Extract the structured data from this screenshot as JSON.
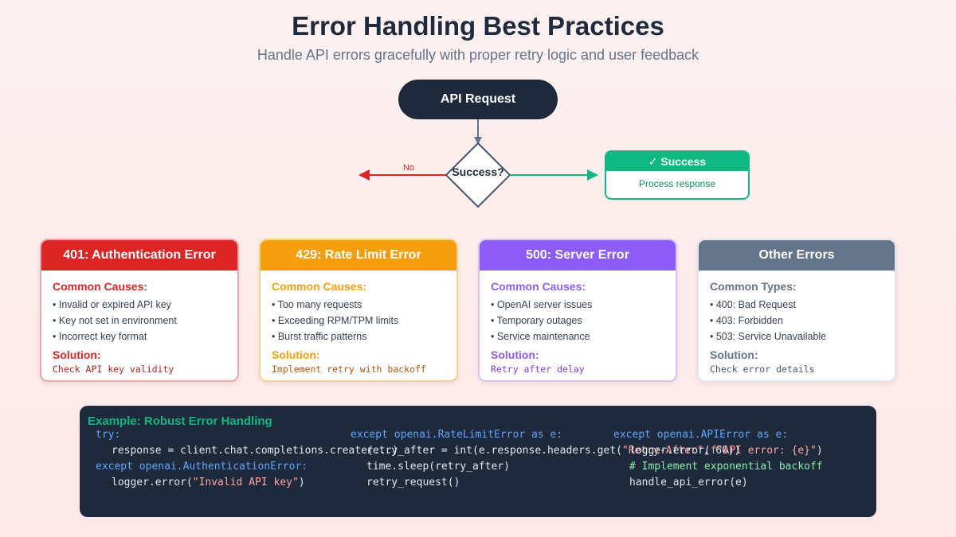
{
  "header": {
    "title": "Error Handling Best Practices",
    "subtitle": "Handle API errors gracefully with proper retry logic and user feedback"
  },
  "flow": {
    "start_label": "API Request",
    "decision_label": "Success?",
    "no_label": "No",
    "success_title": "✓ Success",
    "success_text": "Process response"
  },
  "cards": [
    {
      "title": "401: Authentication Error",
      "color": "#dc2626",
      "section_title": "Common Causes:",
      "items": [
        "• Invalid or expired API key",
        "• Key not set in environment",
        "• Incorrect key format"
      ],
      "solution_title": "Solution:",
      "solution_text": "Check API key validity"
    },
    {
      "title": "429: Rate Limit Error",
      "color": "#f59e0b",
      "section_title": "Common Causes:",
      "items": [
        "• Too many requests",
        "• Exceeding RPM/TPM limits",
        "• Burst traffic patterns"
      ],
      "solution_title": "Solution:",
      "solution_text": "Implement retry with backoff"
    },
    {
      "title": "500: Server Error",
      "color": "#8b5cf6",
      "section_title": "Common Causes:",
      "items": [
        "• OpenAI server issues",
        "• Temporary outages",
        "• Service maintenance"
      ],
      "solution_title": "Solution:",
      "solution_text": "Retry after delay"
    },
    {
      "title": "Other Errors",
      "color": "#64748b",
      "section_title": "Common Types:",
      "items": [
        "• 400: Bad Request",
        "• 403: Forbidden",
        "• 503: Service Unavailable"
      ],
      "solution_title": "Solution:",
      "solution_text": "Check error details"
    }
  ],
  "code": {
    "title": "Example: Robust Error Handling",
    "col1": {
      "try_kw": "try:",
      "call": "response = client.chat.completions.create(...)",
      "except_kw": "except",
      "except_cls": "openai.AuthenticationError:",
      "log_fn": "logger.error(",
      "log_str": "\"Invalid API key\"",
      "log_close": ")"
    },
    "col2": {
      "except_kw": "except",
      "except_cls": "openai.RateLimitError as e:",
      "retry_line_a": "retry_after = int(e.response.headers.get(",
      "retry_str": "\"Retry-After\"",
      "retry_line_b": ", 60))",
      "sleep": "time.sleep(retry_after)",
      "retry_call": "retry_request()"
    },
    "col3": {
      "except_kw": "except",
      "except_cls": "openai.APIError as e:",
      "log_fn": "logger.error(",
      "log_str": "f\"API error: {e}\"",
      "log_close": ")",
      "comment": "# Implement exponential backoff",
      "handle": "handle_api_error(e)"
    }
  }
}
